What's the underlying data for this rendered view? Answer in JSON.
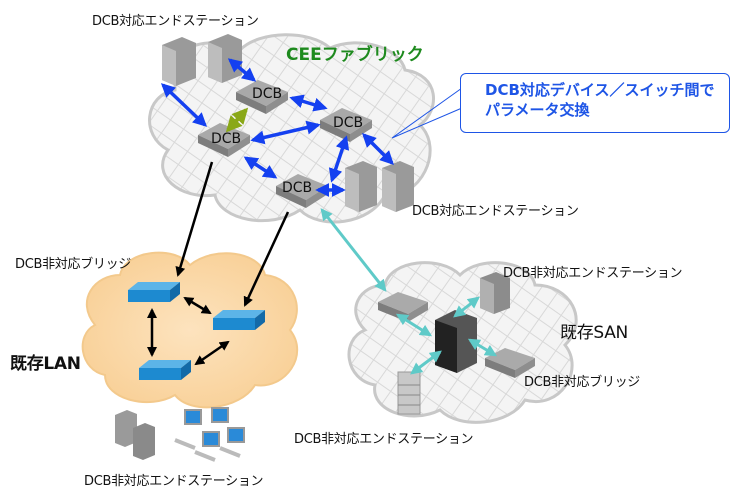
{
  "title": "CEEファブリック",
  "callout": {
    "line1": "DCB対応デバイス／スイッチ間で",
    "line2": "パラメータ交換"
  },
  "labels": {
    "top_stations": "DCB対応エンドステーション",
    "right_stations": "DCB対応エンドステーション",
    "lan_bridge": "DCB非対応ブリッジ",
    "lan_name": "既存LAN",
    "lan_stations": "DCB非対応エンドステーション",
    "san_top_station": "DCB非対応エンドステーション",
    "san_name": "既存SAN",
    "san_bridge": "DCB非対応ブリッジ",
    "san_bottom_station": "DCB非対応エンドステーション"
  },
  "switches": [
    "DCB",
    "DCB",
    "DCB",
    "DCB"
  ],
  "colors": {
    "cee_title": "#1e8a1e",
    "dcb_link": "#1440f0",
    "dcbx_link": "#8aa818",
    "lan_link": "#000000",
    "san_link": "#5fcac8",
    "callout": "#1e55e6",
    "lan_cloud": "#fbdcb0"
  }
}
